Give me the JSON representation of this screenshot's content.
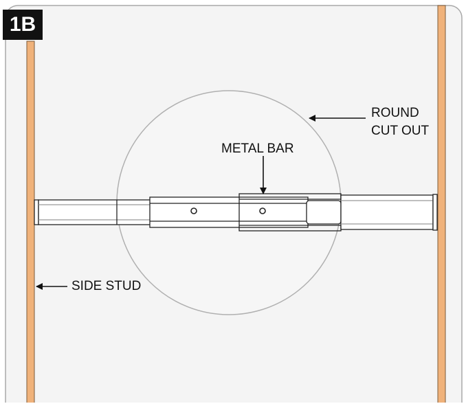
{
  "badge": {
    "text": "1B"
  },
  "labels": {
    "round_line1": "ROUND",
    "round_line2": "CUT OUT",
    "metal_bar": "METAL BAR",
    "side_stud": "SIDE STUD"
  },
  "colors": {
    "stud_fill": "#f0b27a",
    "panel_fill": "#f4f4f4",
    "panel_stroke": "#a8a8a8",
    "line": "#222222"
  }
}
